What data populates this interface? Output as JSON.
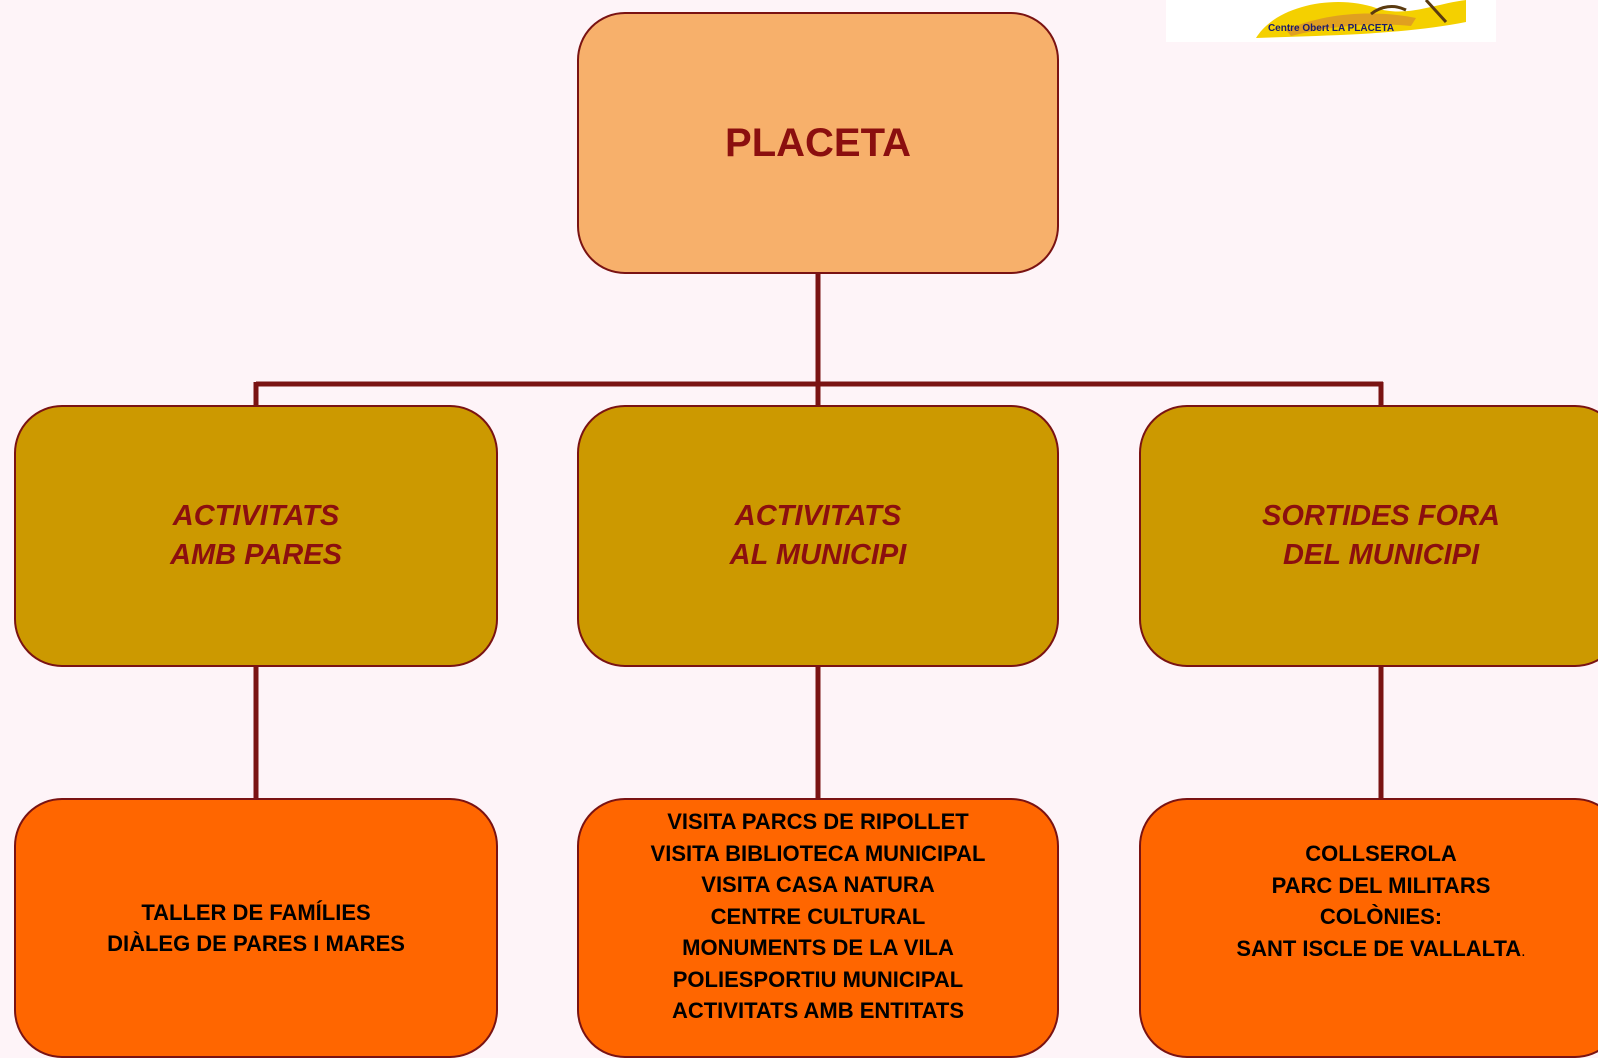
{
  "logo": {
    "text": "Centre Obert LA PLACETA",
    "colors": {
      "yellow": "#f4d000",
      "orange": "#e0a020",
      "brown": "#5a3a10"
    }
  },
  "colors": {
    "background": "#fef4f8",
    "line": "#7a1313",
    "root_fill": "#f7b06b",
    "mid_fill": "#cc9900",
    "leaf_fill": "#ff6600",
    "heading_text": "#8b0f0f",
    "leaf_text": "#000000"
  },
  "root": {
    "label": "PLACETA"
  },
  "categories": [
    {
      "label_lines": [
        "ACTIVITATS",
        "AMB PARES"
      ],
      "items": [
        "TALLER DE FAMÍLIES",
        "DIÀLEG DE PARES I MARES"
      ]
    },
    {
      "label_lines": [
        "ACTIVITATS",
        "AL MUNICIPI"
      ],
      "items": [
        "VISITA PARCS DE RIPOLLET",
        "VISITA BIBLIOTECA MUNICIPAL",
        "VISITA CASA NATURA",
        "CENTRE CULTURAL",
        "MONUMENTS DE LA VILA",
        "POLIESPORTIU MUNICIPAL",
        "ACTIVITATS AMB ENTITATS"
      ]
    },
    {
      "label_lines": [
        "SORTIDES FORA",
        "DEL MUNICIPI"
      ],
      "items": [
        "COLLSEROLA",
        "PARC DEL MILITARS",
        "COLÒNIES:",
        "SANT ISCLE DE VALLALTA"
      ],
      "trailing_mark": "."
    }
  ]
}
